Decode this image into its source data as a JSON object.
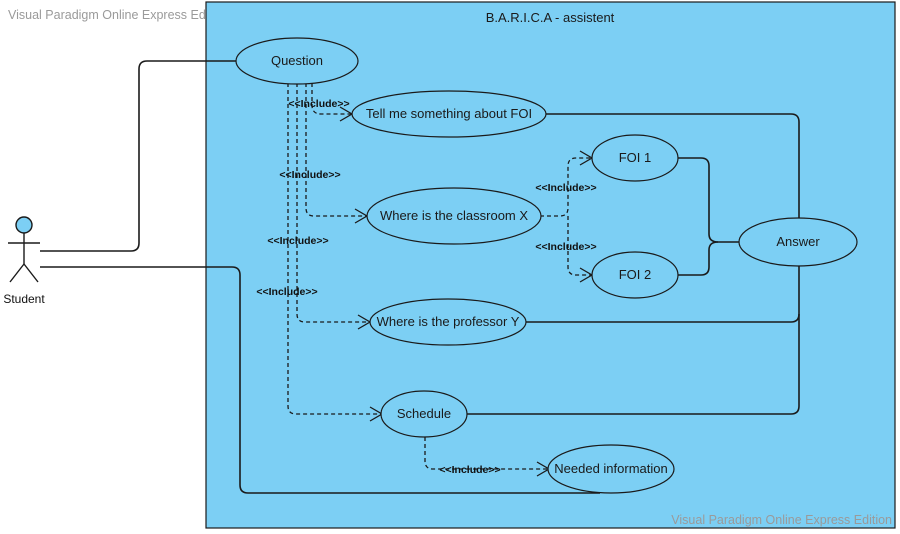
{
  "watermark": {
    "top_left": "Visual Paradigm Online Express Edition",
    "bottom_right": "Visual Paradigm Online Express Edition"
  },
  "system": {
    "title": "B.A.R.I.C.A - assistent",
    "fill_color": "#7ccff4",
    "use_case_fill": "#7ccff4"
  },
  "actor": {
    "label": "Student",
    "head_color": "#7ccff4"
  },
  "use_cases": {
    "question": "Question",
    "foi_info": "Tell me something about FOI",
    "classroom": "Where is the classroom X",
    "professor": "Where is the professor Y",
    "schedule": "Schedule",
    "needed_info": "Needed information",
    "foi1": "FOI 1",
    "foi2": "FOI 2",
    "answer": "Answer"
  },
  "include_label": "<<Include>>"
}
